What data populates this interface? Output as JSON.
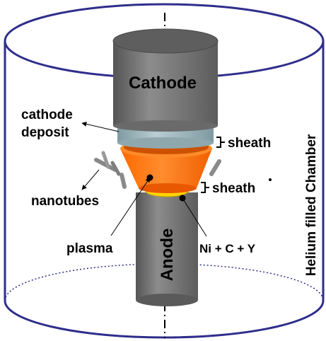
{
  "labels": {
    "cathode": "Cathode",
    "anode": "Anode",
    "cathode_deposit_line1": "cathode",
    "cathode_deposit_line2": "deposit",
    "sheath_top": "sheath",
    "sheath_bottom": "sheath",
    "nanotubes": "nanotubes",
    "plasma": "plasma",
    "catalyst": "Ni + C + Y",
    "chamber": "Helium filled Chamber"
  },
  "colors": {
    "chamber_outline": "#2e2e8c",
    "electrode_body": "#7b7b7b",
    "electrode_top": "#5e5e5e",
    "deposit": "#9fb6bd",
    "plasma_outer": "#ff7a1a",
    "plasma_inner": "#cc5200",
    "hot_zone": "#ffd400",
    "nanotube": "#8a8a8a"
  }
}
